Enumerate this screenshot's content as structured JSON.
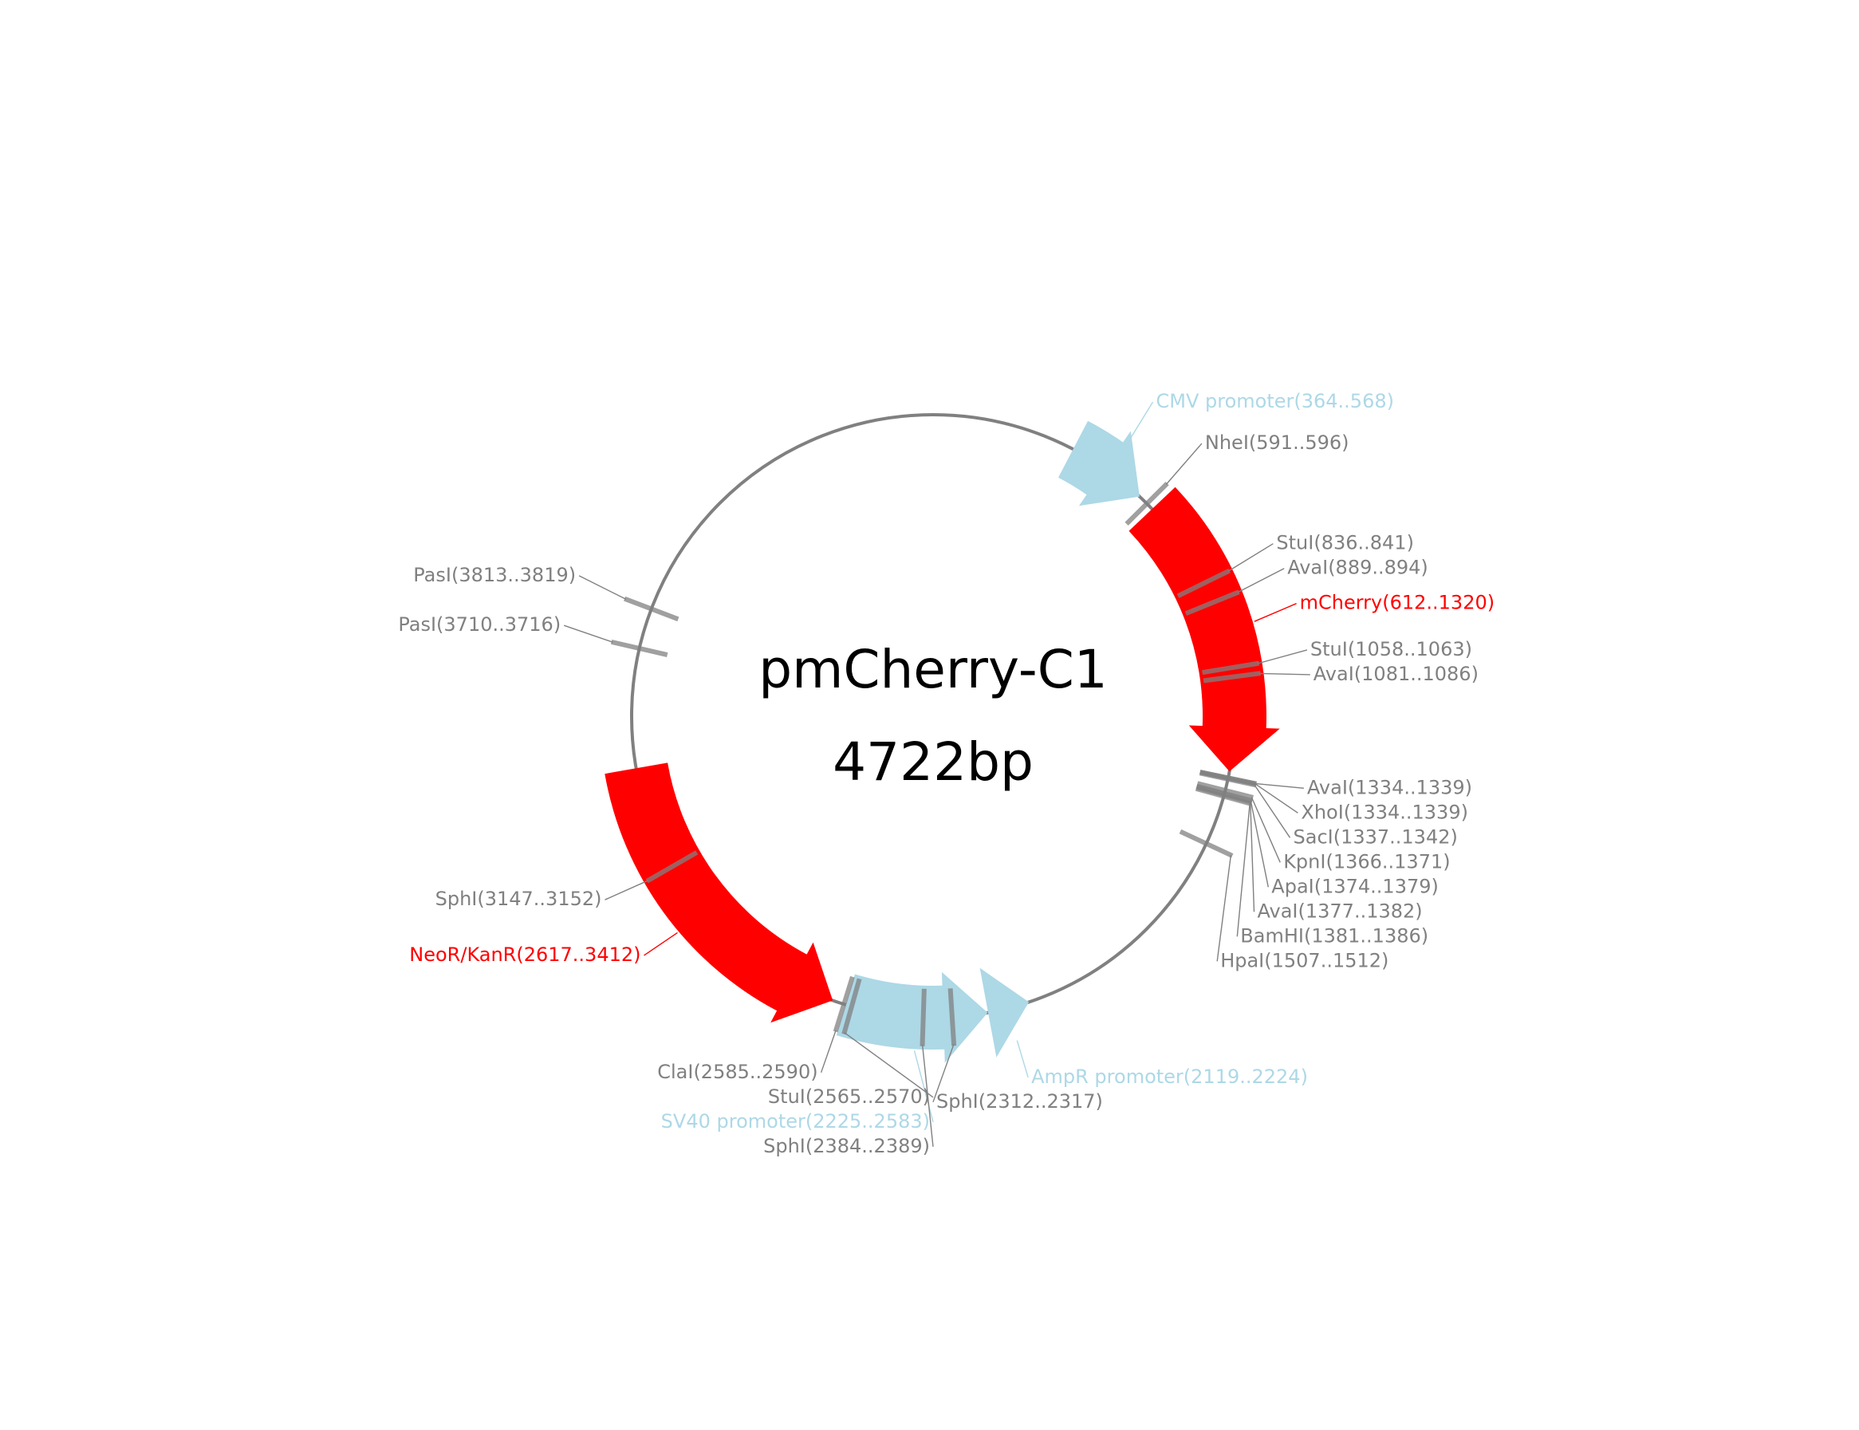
{
  "plasmid": {
    "name": "pmCherry-C1",
    "size_label": "4722bp",
    "length_bp": 4722
  },
  "colors": {
    "backbone": "#808080",
    "site": "#808080",
    "promoter": "#add8e6",
    "cds": "#ff0000"
  },
  "features": [
    {
      "name": "CMV promoter",
      "start": 364,
      "end": 568,
      "strand": "+",
      "type": "promoter",
      "label": "CMV promoter(364..568)"
    },
    {
      "name": "mCherry",
      "start": 612,
      "end": 1320,
      "strand": "+",
      "type": "cds",
      "label": "mCherry(612..1320)"
    },
    {
      "name": "AmpR promoter",
      "start": 2119,
      "end": 2224,
      "strand": "-",
      "type": "promoter",
      "label": "AmpR promoter(2119..2224)"
    },
    {
      "name": "SV40 promoter",
      "start": 2225,
      "end": 2583,
      "strand": "-",
      "type": "promoter",
      "label": "SV40 promoter(2225..2583)"
    },
    {
      "name": "NeoR/KanR",
      "start": 2617,
      "end": 3412,
      "strand": "-",
      "type": "cds",
      "label": "NeoR/KanR(2617..3412)"
    }
  ],
  "sites": [
    {
      "name": "NheI",
      "start": 591,
      "end": 596,
      "label": "NheI(591..596)"
    },
    {
      "name": "StuI",
      "start": 836,
      "end": 841,
      "label": "StuI(836..841)"
    },
    {
      "name": "AvaI",
      "start": 889,
      "end": 894,
      "label": "AvaI(889..894)"
    },
    {
      "name": "StuI",
      "start": 1058,
      "end": 1063,
      "label": "StuI(1058..1063)"
    },
    {
      "name": "AvaI",
      "start": 1081,
      "end": 1086,
      "label": "AvaI(1081..1086)"
    },
    {
      "name": "AvaI",
      "start": 1334,
      "end": 1339,
      "label": "AvaI(1334..1339)"
    },
    {
      "name": "XhoI",
      "start": 1334,
      "end": 1339,
      "label": "XhoI(1334..1339)"
    },
    {
      "name": "SacI",
      "start": 1337,
      "end": 1342,
      "label": "SacI(1337..1342)"
    },
    {
      "name": "KpnI",
      "start": 1366,
      "end": 1371,
      "label": "KpnI(1366..1371)"
    },
    {
      "name": "ApaI",
      "start": 1374,
      "end": 1379,
      "label": "ApaI(1374..1379)"
    },
    {
      "name": "AvaI",
      "start": 1377,
      "end": 1382,
      "label": "AvaI(1377..1382)"
    },
    {
      "name": "BamHI",
      "start": 1381,
      "end": 1386,
      "label": "BamHI(1381..1386)"
    },
    {
      "name": "HpaI",
      "start": 1507,
      "end": 1512,
      "label": "HpaI(1507..1512)"
    },
    {
      "name": "SphI",
      "start": 2312,
      "end": 2317,
      "label": "SphI(2312..2317)"
    },
    {
      "name": "SphI",
      "start": 2384,
      "end": 2389,
      "label": "SphI(2384..2389)"
    },
    {
      "name": "StuI",
      "start": 2565,
      "end": 2570,
      "label": "StuI(2565..2570)"
    },
    {
      "name": "ClaI",
      "start": 2585,
      "end": 2590,
      "label": "ClaI(2585..2590)"
    },
    {
      "name": "SphI",
      "start": 3147,
      "end": 3152,
      "label": "SphI(3147..3152)"
    },
    {
      "name": "PasI",
      "start": 3710,
      "end": 3716,
      "label": "PasI(3710..3716)"
    },
    {
      "name": "PasI",
      "start": 3813,
      "end": 3819,
      "label": "PasI(3813..3819)"
    }
  ]
}
